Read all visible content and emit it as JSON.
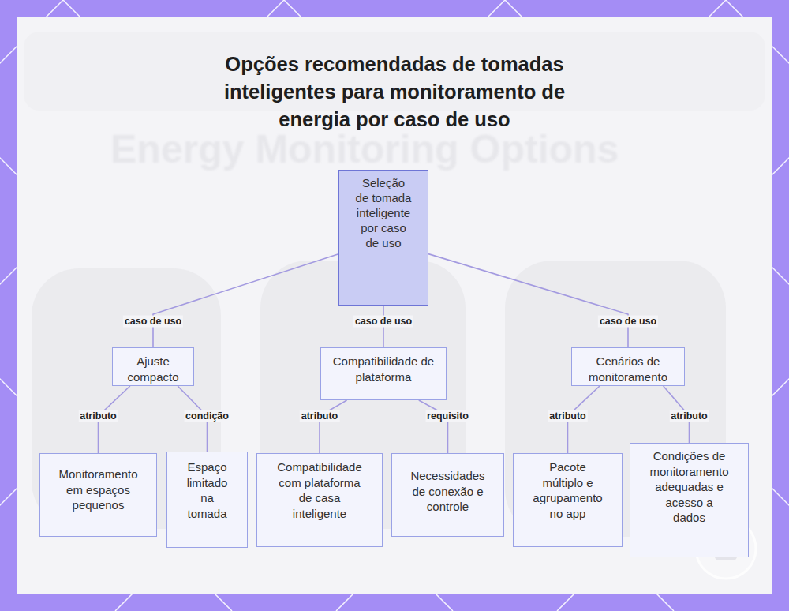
{
  "diagram": {
    "title": "Opções recomendadas de tomadas inteligentes para monitoramento de energia por caso de uso",
    "nodes": [
      {
        "text": [
          "Seleção de tomada inteligente por caso de uso"
        ]
      },
      {
        "text": [
          "Ajuste compacto"
        ]
      },
      {
        "text": [
          "Compatibilidade de plataforma"
        ]
      },
      {
        "text": [
          "Cenários de monitoramento"
        ]
      },
      {
        "text": [
          "Monitoramento em espaços pequenos"
        ]
      },
      {
        "text": [
          "Espaço limitado na tomada"
        ]
      },
      {
        "text": [
          "Compatibilidade com plataforma de casa inteligente"
        ]
      },
      {
        "text": [
          "Necessidades de conexão e controle"
        ]
      },
      {
        "text": [
          "Pacote múltiplo e agrupamento no app"
        ]
      },
      {
        "text": [
          "Condições de monitoramento adequadas e acesso a dados"
        ]
      }
    ],
    "edges": [
      {
        "from": 0,
        "to": 1,
        "arrow": "none",
        "label": "caso de uso"
      },
      {
        "from": 0,
        "to": 2,
        "arrow": "none",
        "label": "caso de uso"
      },
      {
        "from": 0,
        "to": 3,
        "arrow": "none",
        "label": "caso de uso"
      },
      {
        "from": 1,
        "to": 4,
        "arrow": "none",
        "label": "atributo"
      },
      {
        "from": 1,
        "to": 5,
        "arrow": "none",
        "label": "condição"
      },
      {
        "from": 2,
        "to": 6,
        "arrow": "none",
        "label": "atributo"
      },
      {
        "from": 2,
        "to": 7,
        "arrow": "none",
        "label": "requisito"
      },
      {
        "from": 3,
        "to": 8,
        "arrow": "none",
        "label": "atributo"
      },
      {
        "from": 3,
        "to": 9,
        "arrow": "none",
        "label": "atributo"
      }
    ],
    "labels": [
      "Energy Monitoring Options"
    ]
  }
}
